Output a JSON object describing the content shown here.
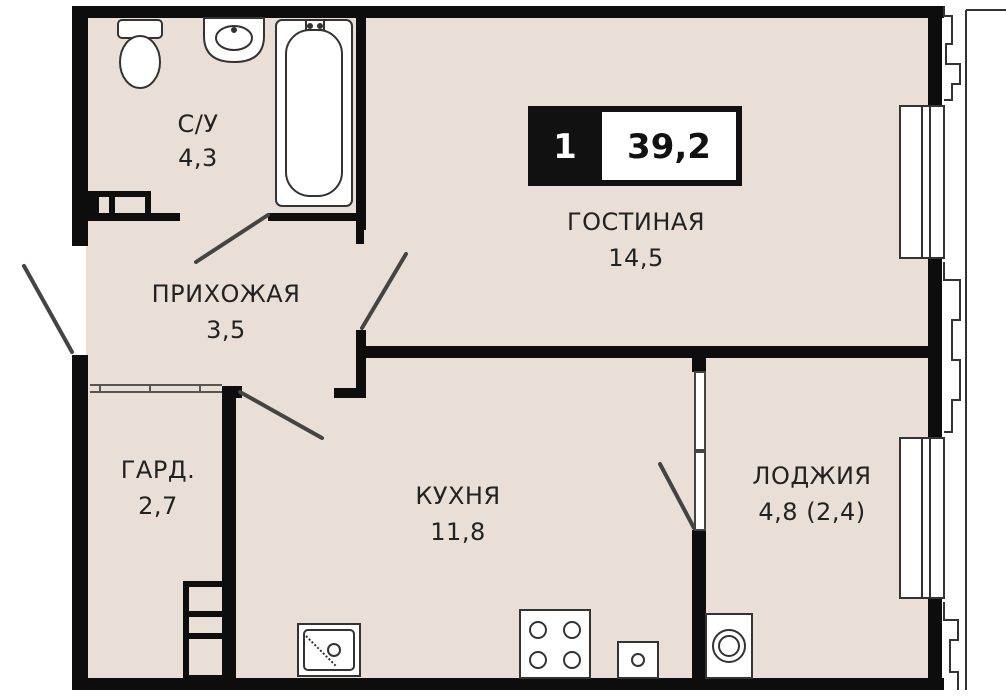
{
  "colors": {
    "floor": "#e9dfd6",
    "wall": "#0d0d0d",
    "fixture_stroke": "#333333",
    "fixture_fill": "#ffffff",
    "badge_dark": "#111111"
  },
  "badge": {
    "rooms": "1",
    "total_area": "39,2"
  },
  "rooms": {
    "bathroom": {
      "name": "С/У",
      "area": "4,3"
    },
    "living": {
      "name": "ГОСТИНАЯ",
      "area": "14,5"
    },
    "hallway": {
      "name": "ПРИХОЖАЯ",
      "area": "3,5"
    },
    "wardrobe": {
      "name": "ГАРД.",
      "area": "2,7"
    },
    "kitchen": {
      "name": "КУХНЯ",
      "area": "11,8"
    },
    "loggia": {
      "name": "ЛОДЖИЯ",
      "area": "4,8 (2,4)"
    }
  },
  "icons": [
    "toilet-icon",
    "sink-icon",
    "bathtub-icon",
    "kitchen-sink-icon",
    "stove-icon",
    "boiler-icon",
    "washing-machine-icon"
  ]
}
